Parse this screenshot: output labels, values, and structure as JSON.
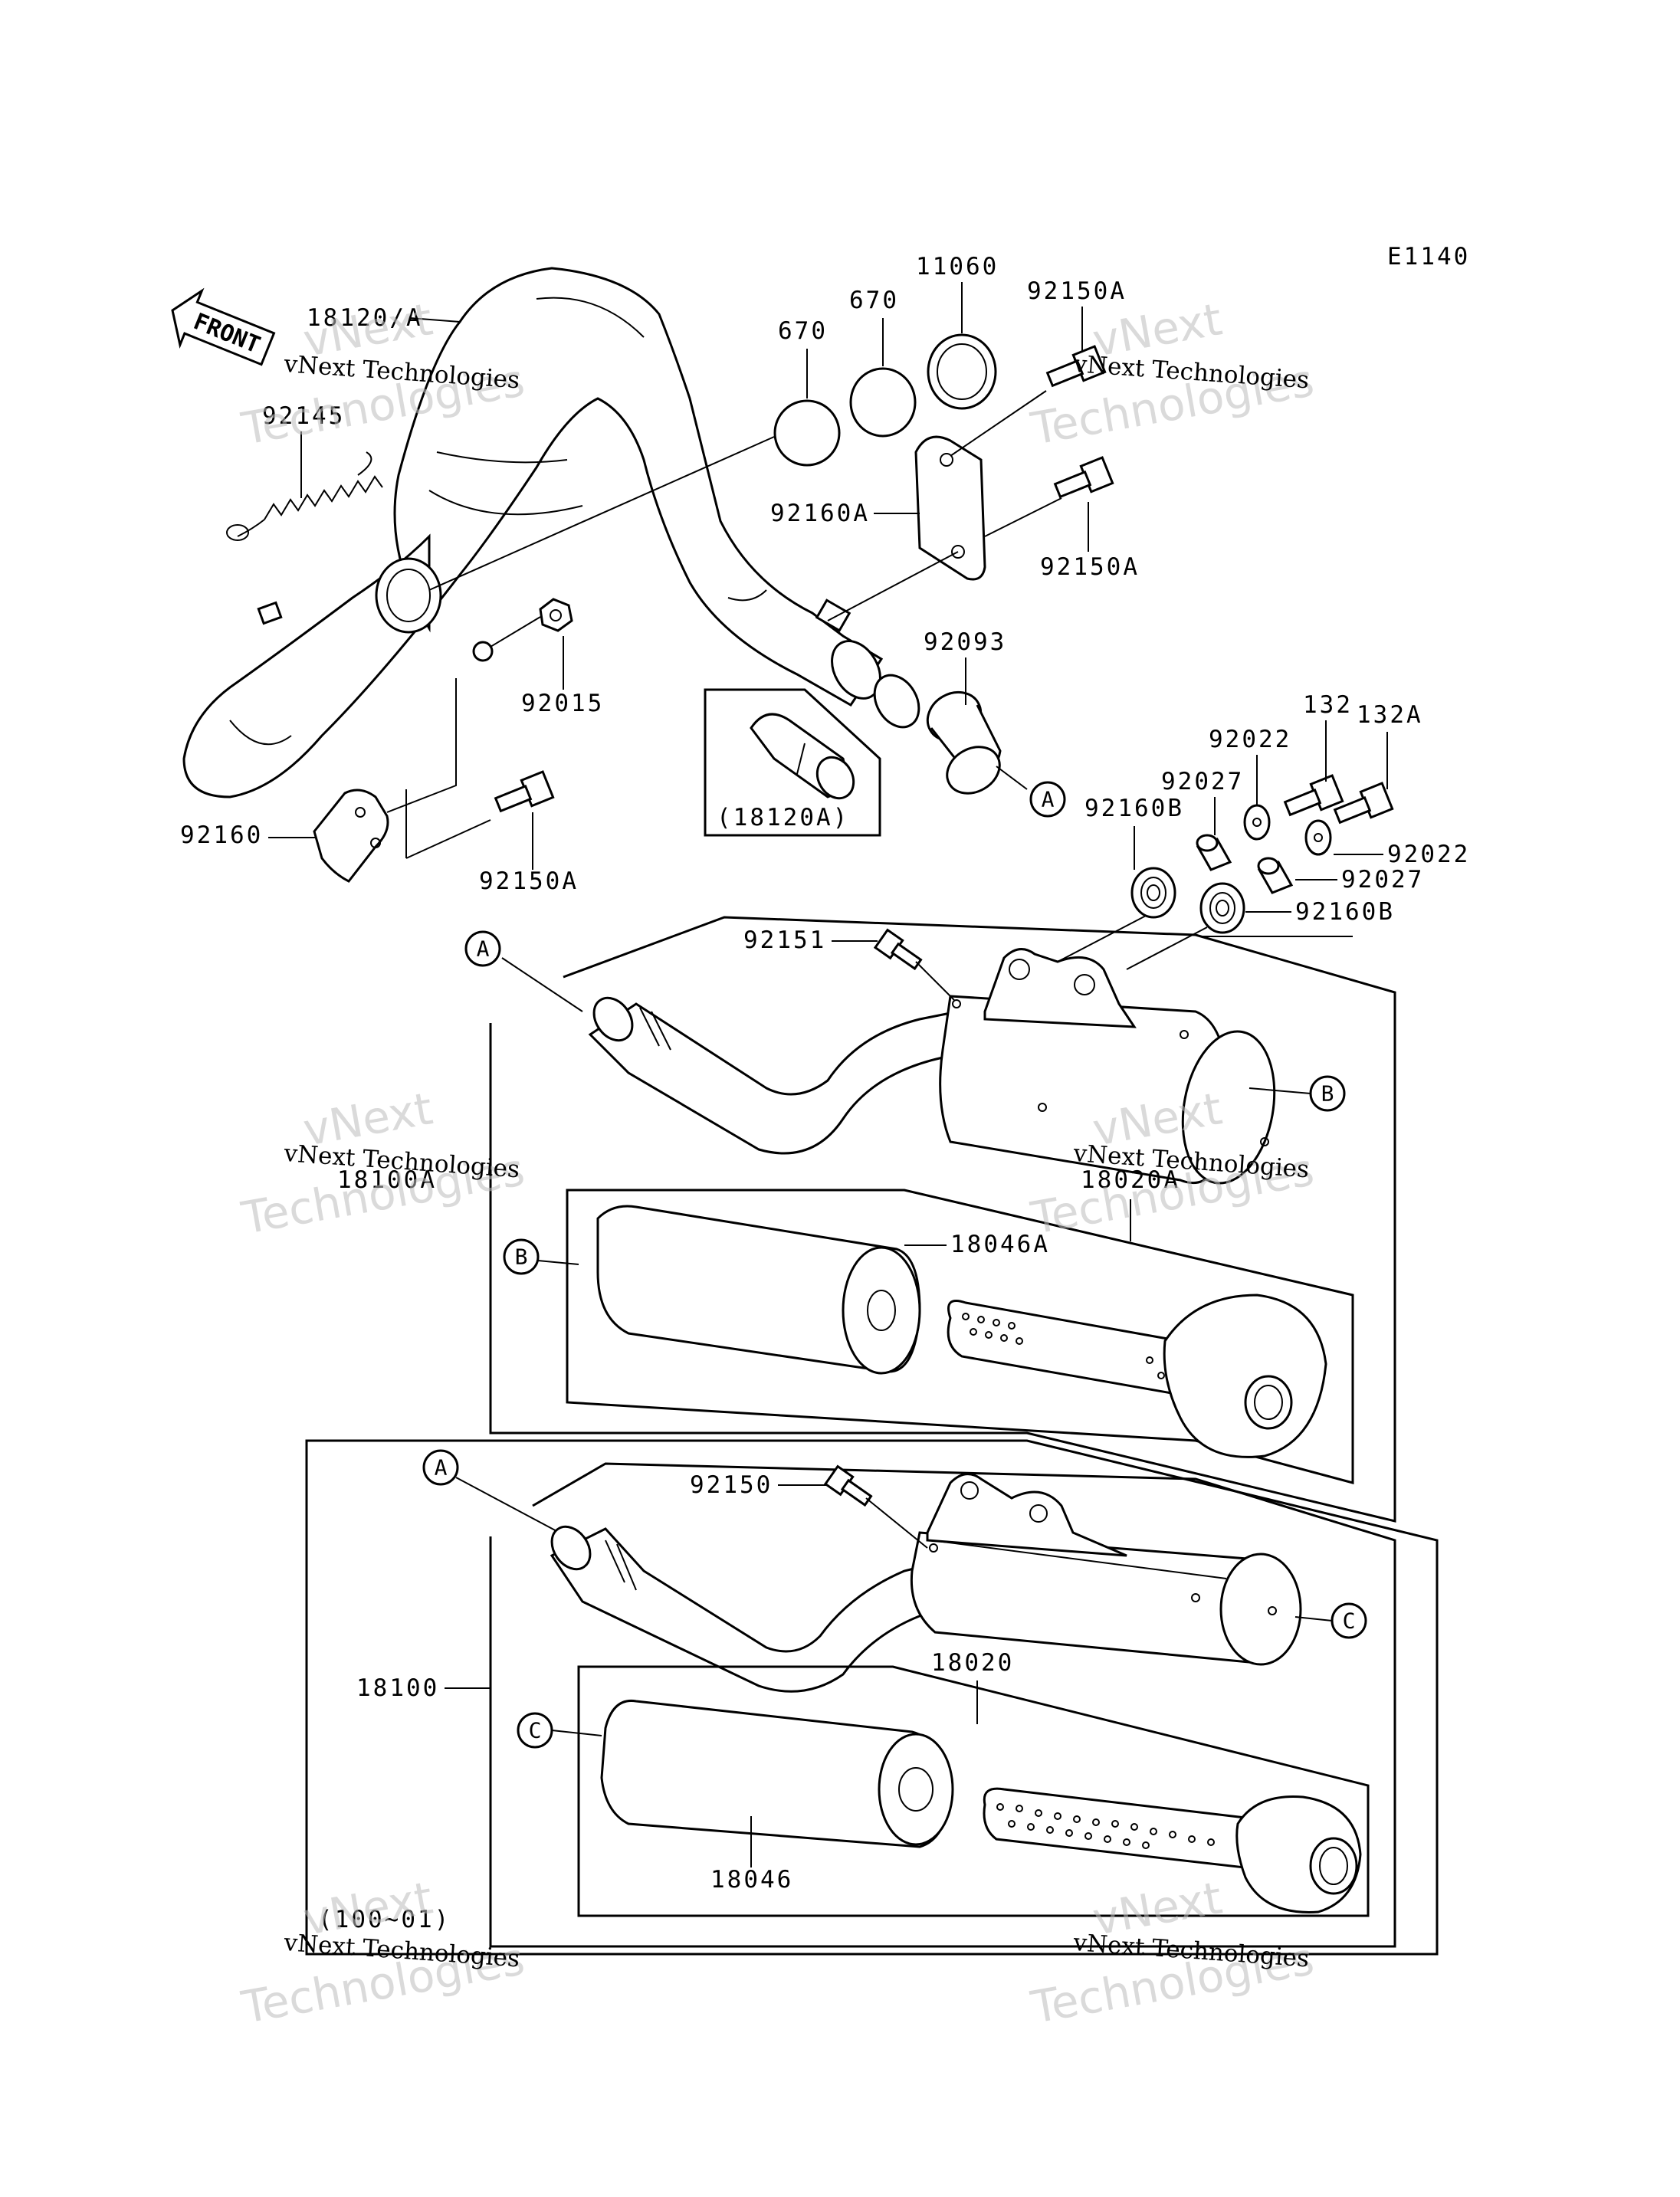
{
  "diagram_code": "E1140",
  "front_label": "FRONT",
  "watermark": {
    "line1": "vNext Technologies",
    "line2": "vNext",
    "line3": "Technologies"
  },
  "callouts": {
    "p18120A": "18120/A",
    "p92145": "92145",
    "p670a": "670",
    "p670b": "670",
    "p11060": "11060",
    "p92150A_top": "92150A",
    "p92160A": "92160A",
    "p92150A_mid": "92150A",
    "p92015": "92015",
    "p92093": "92093",
    "p18120A_box": "(18120A)",
    "p92160": "92160",
    "p92150A_low": "92150A",
    "p132": "132",
    "p132A": "132A",
    "p92022a": "92022",
    "p92027a": "92027",
    "p92160B_a": "92160B",
    "p92022b": "92022",
    "p92027b": "92027",
    "p92160B_b": "92160B",
    "p92151": "92151",
    "p18100A": "18100A",
    "p18020A": "18020A",
    "p18046A": "18046A",
    "p92150": "92150",
    "p18100": "18100",
    "p18020": "18020",
    "p18046": "18046",
    "date_range": "(100~01)"
  },
  "refs": {
    "a": "A",
    "b": "B",
    "c": "C"
  }
}
